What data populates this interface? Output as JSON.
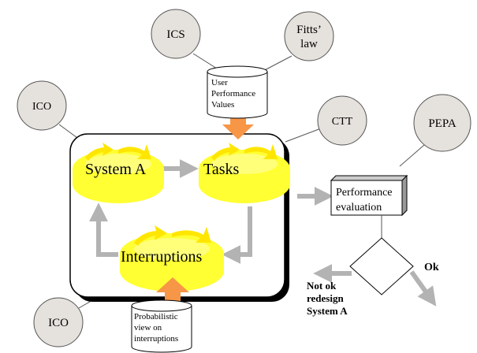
{
  "circles": {
    "ics": "ICS",
    "fitts_line1": "Fitts’",
    "fitts_line2": "law",
    "ico_top": "ICO",
    "ctt": "CTT",
    "pepa": "PEPA",
    "ico_bottom": "ICO"
  },
  "user_performance_db": {
    "line1": "User",
    "line2": "Performance",
    "line3": "Values"
  },
  "probabilistic_db": {
    "line1": "Probabilistic",
    "line2": "view on",
    "line3": "interruptions"
  },
  "cycles": {
    "system_a": "System A",
    "tasks": "Tasks",
    "interruptions": "Interruptions"
  },
  "performance_box": {
    "line1": "Performance",
    "line2": "evaluation"
  },
  "decision": {
    "ok": "Ok",
    "not_ok_line1": "Not ok",
    "not_ok_line2": "redesign",
    "not_ok_line3": "System A"
  },
  "colors": {
    "circle_fill": "#e5e1dc",
    "cycle_yellow": "#ffff33",
    "cycle_light": "#ffff99",
    "orange_arrow": "#f79646",
    "gray_arrow": "#b3b3b3"
  }
}
